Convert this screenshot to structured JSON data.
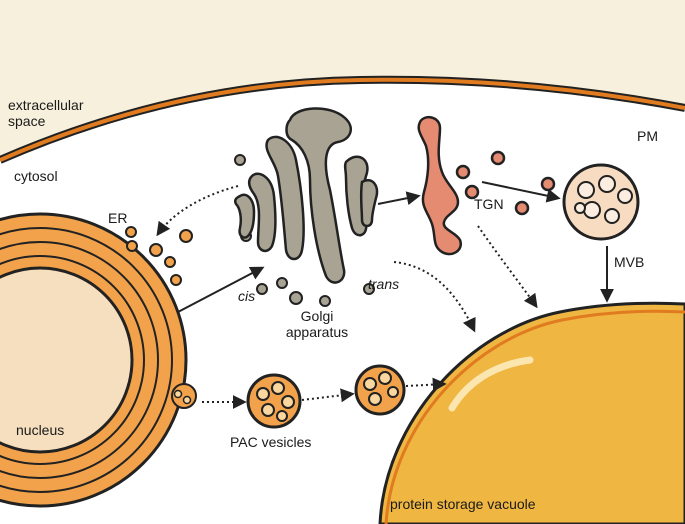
{
  "labels": {
    "extracellular": "extracellular\nspace",
    "pm": "PM",
    "cytosol": "cytosol",
    "er": "ER",
    "tgn": "TGN",
    "mvb": "MVB",
    "cis": "cis",
    "trans": "trans",
    "golgi": "Golgi\napparatus",
    "nucleus": "nucleus",
    "pac": "PAC vesicles",
    "vacuole": "protein storage vacuole"
  },
  "colors": {
    "extracellular_fill": "#f7f0dc",
    "membrane_orange": "#e07b1f",
    "er_fill": "#f2a24a",
    "nucleus_fill": "#f6dfbf",
    "golgi_gray": "#a8a393",
    "tgn_salmon": "#e58b72",
    "vacuole_fill": "#efb642",
    "mvb_fill": "#f7dcc2",
    "outline": "#222222"
  }
}
